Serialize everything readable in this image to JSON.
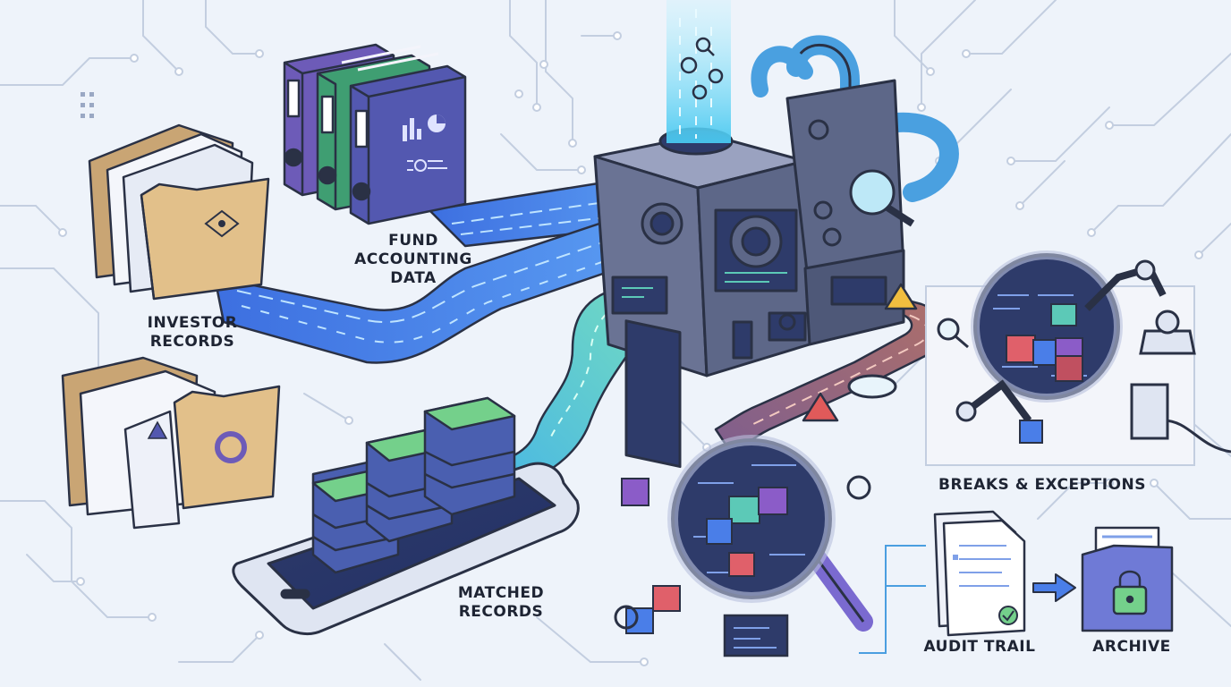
{
  "labels": {
    "investor_records": [
      "INVESTOR",
      "RECORDS"
    ],
    "fund_accounting_data": [
      "FUND",
      "ACCOUNTING",
      "DATA"
    ],
    "matched_records": [
      "MATCHED",
      "RECORDS"
    ],
    "breaks_exceptions": "BREAKS & EXCEPTIONS",
    "audit_trail": "AUDIT TRAIL",
    "archive": "ARCHIVE"
  },
  "colors": {
    "background": "#eef3fa",
    "circuit": "#c3cee0",
    "outline": "#2a3145",
    "machine": "#5d6788",
    "beam": "#58d3f2",
    "blue_stream": "#4a7ee8",
    "teal_stream": "#5cc9b7",
    "exception_stream": "#9a6770",
    "purple_binder": "#6d5bb8",
    "green_binder": "#3f9e72",
    "folder": "#d4b483",
    "green_record": "#74d08b",
    "warning": "#f0bd3f",
    "archive_box": "#6f7ad6"
  },
  "icons": [
    "gear-icon",
    "magnifier-icon",
    "warning-icon",
    "puzzle-piece-icon",
    "lock-icon",
    "checkmark-icon",
    "arrow-right-icon",
    "robot-arm-icon",
    "pie-chart-icon",
    "bar-chart-icon"
  ]
}
